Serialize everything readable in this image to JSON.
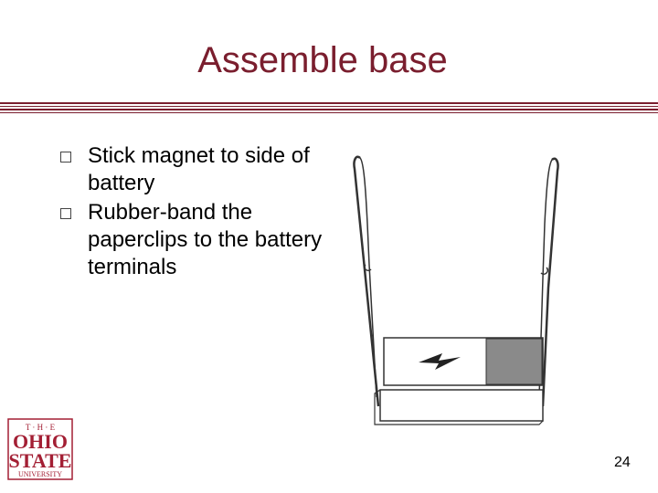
{
  "slide": {
    "title": "Assemble base",
    "page_number": "24"
  },
  "bullets": [
    {
      "text": "Stick magnet to side of battery"
    },
    {
      "text": "Rubber-band the paperclips to the battery terminals"
    }
  ],
  "logo": {
    "top": "T · H · E",
    "line1": "OHIO",
    "line2": "STATE",
    "bottom": "UNIVERSITY"
  },
  "colors": {
    "title": "#7a1e2e",
    "rule": "#7a1e2e",
    "logo": "#a31f34",
    "battery_terminal": "#8a8a8a"
  },
  "icons": {
    "bullet": "square-bullet-icon",
    "battery_symbol": "lightning-bolt-icon"
  }
}
